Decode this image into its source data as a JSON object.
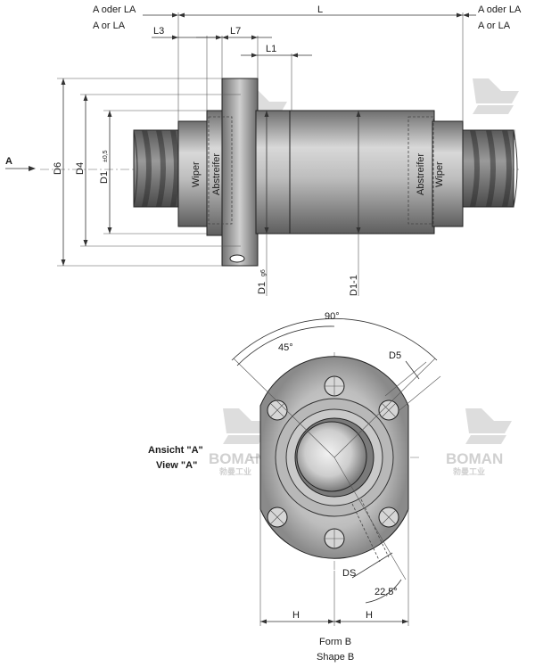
{
  "top_view": {
    "a_oder_la_left": "A oder LA",
    "a_or_la_left": "A or LA",
    "a_oder_la_right": "A oder LA",
    "a_or_la_right": "A or LA",
    "l_label": "L",
    "l3_label": "L3",
    "l7_label": "L7",
    "l1_label": "L1",
    "view_arrow_label": "A",
    "d6_label": "D6",
    "d4_label": "D4",
    "d1_tol_label": "D1",
    "d1_tol_sub": "±0,5",
    "d1_g6_label": "D1",
    "d1_g6_sub": "g6",
    "d1_1_label": "D1-1",
    "wiper_left": "Wiper",
    "abstreifer_left": "Abstreifer",
    "abstreifer_right": "Abstreifer",
    "wiper_right": "Wiper"
  },
  "front_view": {
    "angle_90": "90°",
    "angle_45": "45°",
    "d5_label": "D5",
    "ds_label": "DS",
    "angle_22_5": "22,5°",
    "ansicht_label": "Ansicht \"A\"",
    "view_label": "View \"A\"",
    "h_left": "H",
    "h_right": "H",
    "form_b": "Form B",
    "shape_b": "Shape B"
  },
  "watermark": {
    "brand": "BOMAN",
    "sub": "勃曼工业"
  },
  "colors": {
    "nut_gradient_dark": "#6f6f6f",
    "nut_gradient_light": "#d8d8d8",
    "line": "#222222",
    "watermark": "#cfcfcf"
  }
}
